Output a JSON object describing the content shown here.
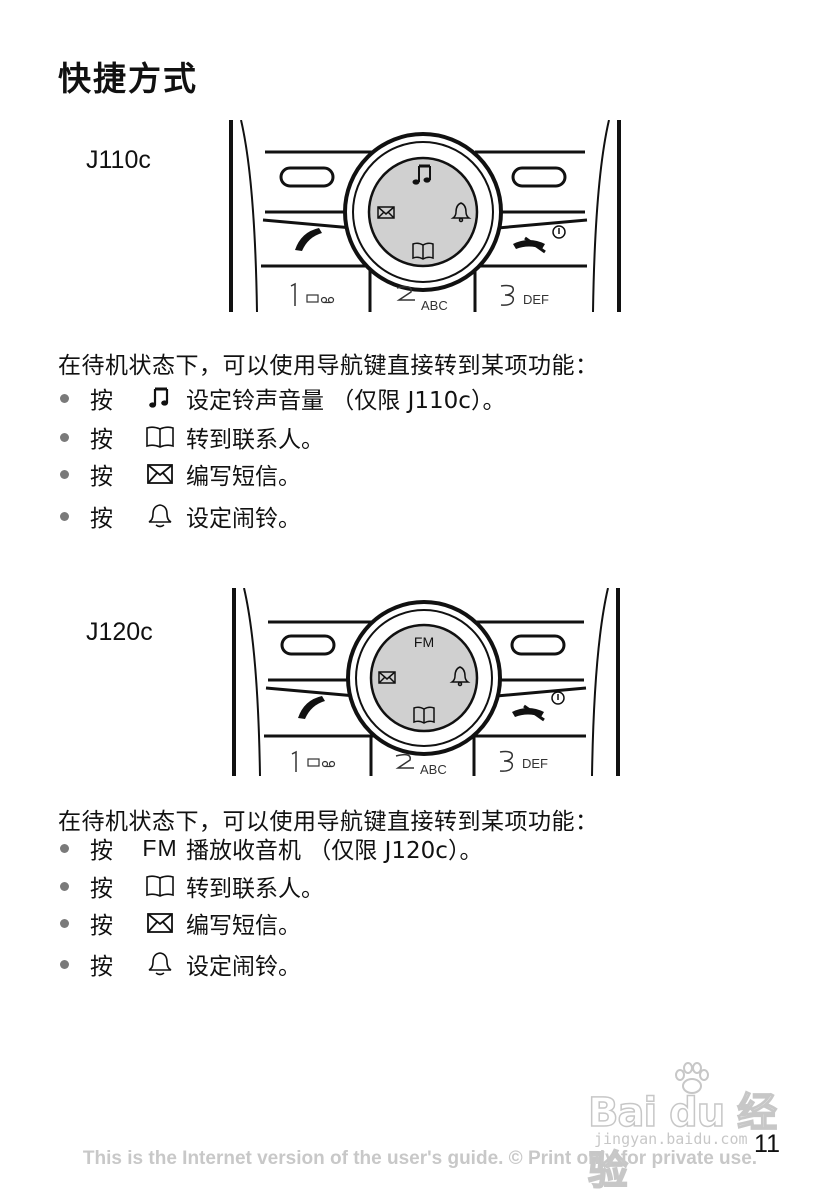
{
  "page": {
    "title": "快捷方式",
    "page_number": "11",
    "footer": "This is the Internet version of the user's guide. © Print only for private use."
  },
  "watermark": {
    "brand": "Bai du 经验",
    "url": "jingyan.baidu.com"
  },
  "colors": {
    "text": "#111111",
    "bullet": "#7a7a7a",
    "nav_ring": "#d0d0d0",
    "footer": "#c8c8c8"
  },
  "sections": [
    {
      "model": "J110c",
      "phone": {
        "nav_top": "music-note-icon",
        "keys": [
          {
            "num": "1",
            "label": "voicemail-icon"
          },
          {
            "num": "2",
            "label": "ABC"
          },
          {
            "num": "3",
            "label": "DEF"
          }
        ]
      },
      "intro": "在待机状态下，可以使用导航键直接转到某项功能：",
      "items": [
        {
          "press": "按",
          "icon": "music-note-icon",
          "text": "设定铃声音量 （仅限 J110c）。"
        },
        {
          "press": "按",
          "icon": "book-icon",
          "text": "转到联系人。"
        },
        {
          "press": "按",
          "icon": "envelope-icon",
          "text": "编写短信。"
        },
        {
          "press": "按",
          "icon": "alarm-bell-icon",
          "text": "设定闹铃。"
        }
      ]
    },
    {
      "model": "J120c",
      "phone": {
        "nav_top": "FM",
        "keys": [
          {
            "num": "1",
            "label": "voicemail-icon"
          },
          {
            "num": "2",
            "label": "ABC"
          },
          {
            "num": "3",
            "label": "DEF"
          }
        ]
      },
      "intro": "在待机状态下，可以使用导航键直接转到某项功能：",
      "items": [
        {
          "press": "按",
          "icon_text": "FM",
          "text": "播放收音机 （仅限 J120c）。"
        },
        {
          "press": "按",
          "icon": "book-icon",
          "text": "转到联系人。"
        },
        {
          "press": "按",
          "icon": "envelope-icon",
          "text": "编写短信。"
        },
        {
          "press": "按",
          "icon": "alarm-bell-icon",
          "text": "设定闹铃。"
        }
      ]
    }
  ]
}
